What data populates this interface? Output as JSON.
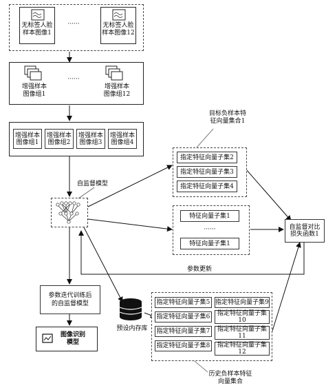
{
  "top_row": {
    "image1": "无标签人脸\n样本图像1",
    "ellipsis": "······",
    "image12": "无标签人脸\n样本图像12"
  },
  "aug_groups_row": {
    "group1": "增强样本\n图像组1",
    "ellipsis": "······",
    "group12": "增强样本\n图像组12"
  },
  "aug_groups_set": [
    "增强样本\n图像组1",
    "增强样本\n图像组2",
    "增强样本\n图像组3",
    "增强样本\n图像组4"
  ],
  "self_supervised_model": "自监督模型",
  "target_neg_title": "目标负样本特\n征向量集合1",
  "target_neg_items": [
    "指定特征向量子集2",
    "指定特征向量子集3",
    "指定特征向量子集4"
  ],
  "middle_items": [
    "特征向量子集1",
    "······",
    "特征向量子集1"
  ],
  "loss_fn": "自监督对比\n损失函数1",
  "param_update": "参数更新",
  "trained_model": "参数迭代训练后\n的自监督模型",
  "recognition_model": "图像识别\n模型",
  "memory_bank": "预设内存库",
  "history_left": [
    "指定特征向量子集5",
    "指定特征向量子集6",
    "指定特征向量子集7",
    "指定特征向量子集8"
  ],
  "history_right": [
    "指定特征向量子集9",
    "指定特征向量子集\n10",
    "指定特征向量子集\n11",
    "指定特征向量子集\n12"
  ],
  "history_title": "历史负样本特征\n向量集合"
}
